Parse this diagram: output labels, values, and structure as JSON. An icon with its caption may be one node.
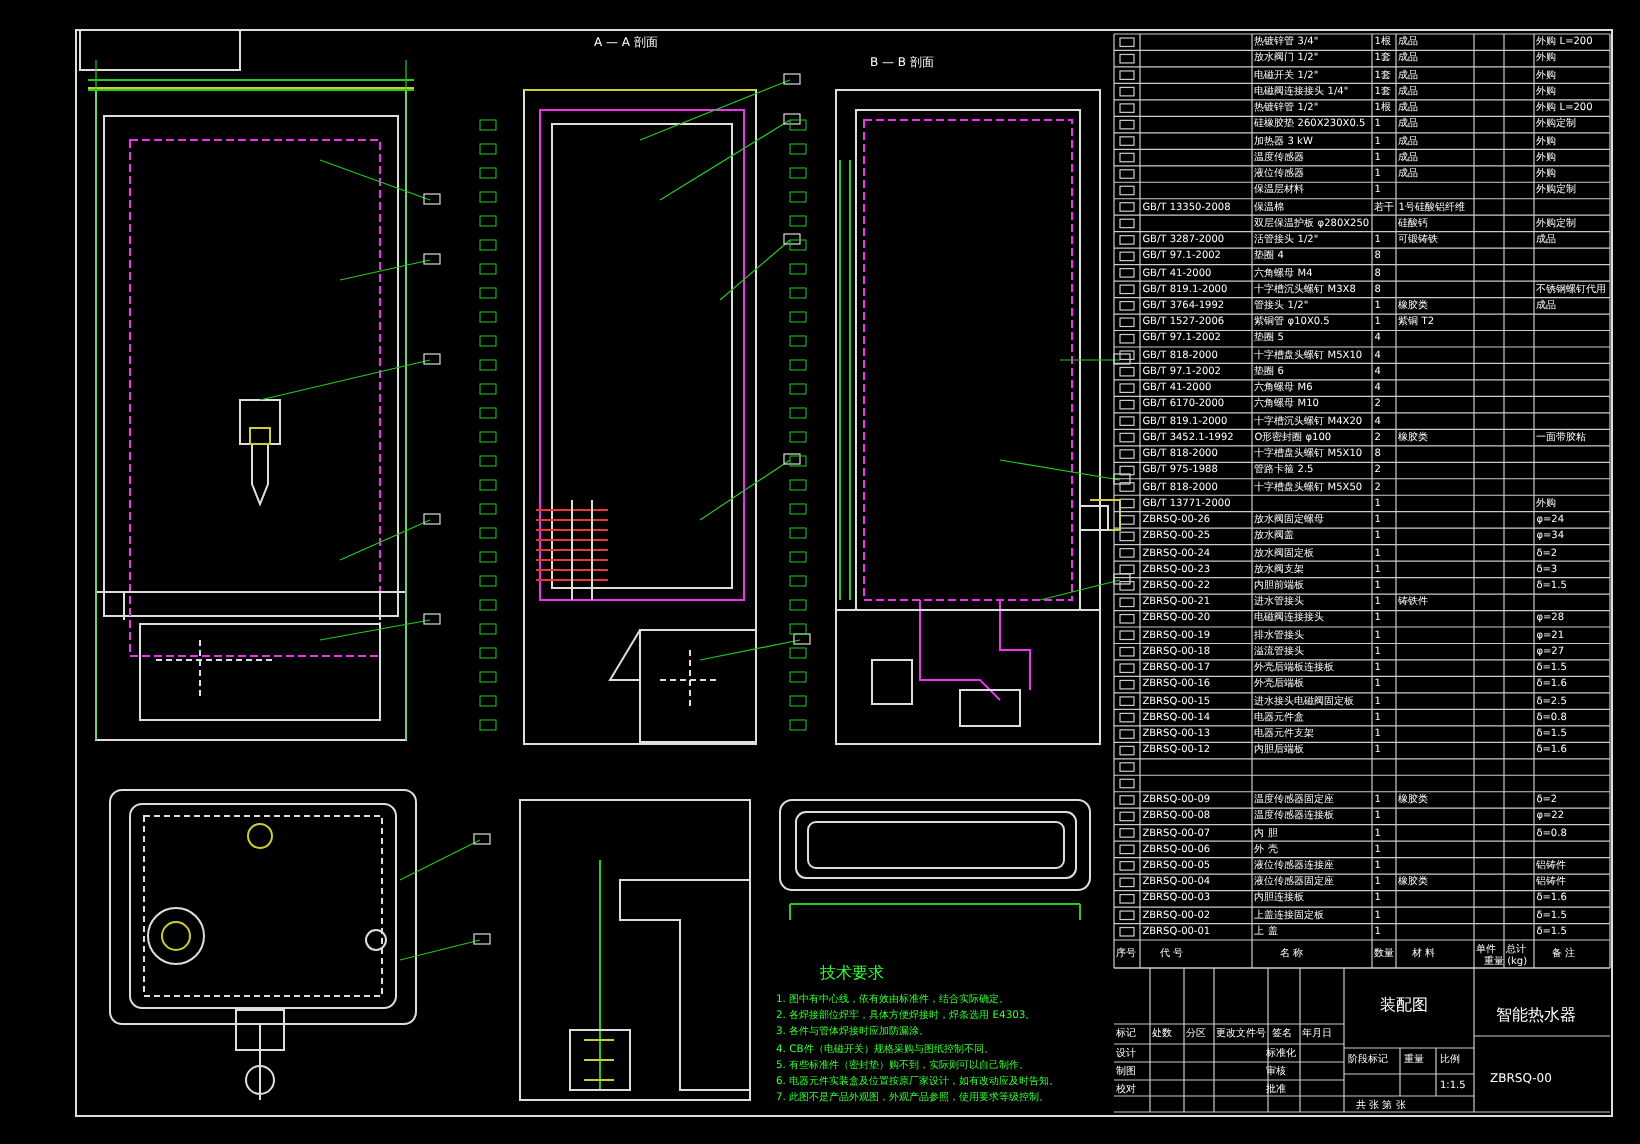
{
  "diagram": {
    "labels": [
      "A — A 剖面",
      "B — B 剖面",
      "热镀锌管   3/4\"",
      "1根",
      "成品",
      "外购 L=200",
      "放水阀门   1/2\"",
      "1套",
      "成品",
      "外购",
      "电磁开关   1/2\"",
      "1套",
      "成品",
      "外购",
      "电磁阀连接接头 1/4\"",
      "1套",
      "成品",
      "外购",
      "热镀锌管   1/2\"",
      "1根",
      "成品",
      "外购 L=200",
      "硅橡胶垫 260X230X0.5",
      "1",
      "成品",
      "外购定制",
      "加热器   3 kW",
      "1",
      "成品",
      "外购",
      "温度传感器",
      "1",
      "成品",
      "外购",
      "液位传感器",
      "1",
      "成品",
      "外购",
      "保温层材料",
      "1",
      "外购定制",
      "GB/T 13350-2008",
      "保温棉",
      "若干",
      "1号硅酸铝纤维",
      "双层保温护板 φ280X250",
      "硅酸钙",
      "外购定制",
      "GB/T 3287-2000",
      "活管接头   1/2\"",
      "1",
      "可锻铸铁",
      "成品",
      "GB/T 97.1-2002",
      "垫圈   4",
      "8",
      "GB/T 41-2000",
      "六角螺母   M4",
      "8",
      "GB/T 819.1-2000",
      "十字槽沉头螺钉   M3X8",
      "8",
      "不锈钢螺钉代用",
      "GB/T 3764-1992",
      "管接头   1/2\"",
      "1",
      "橡胶类",
      "成品",
      "GB/T 1527-2006",
      "紫铜管   φ10X0.5",
      "1",
      "紫铜 T2",
      "GB/T 97.1-2002",
      "垫圈   5",
      "4",
      "GB/T 818-2000",
      "十字槽盘头螺钉   M5X10",
      "4",
      "GB/T 97.1-2002",
      "垫圈   6",
      "4",
      "GB/T 41-2000",
      "六角螺母   M6",
      "4",
      "GB/T 6170-2000",
      "六角螺母   M10",
      "2",
      "GB/T 819.1-2000",
      "十字槽沉头螺钉   M4X20",
      "4",
      "GB/T 3452.1-1992",
      "O形密封圈   φ100",
      "2",
      "橡胶类",
      "一面带胶粘",
      "GB/T 818-2000",
      "十字槽盘头螺钉   M5X10",
      "8",
      "GB/T 975-1988",
      "管路卡箍   2.5",
      "2",
      "GB/T 818-2000",
      "十字槽盘头螺钉   M5X50",
      "2",
      "GB/T 13771-2000",
      "1",
      "外购",
      "ZBRSQ-00-26",
      "放水阀固定螺母",
      "1",
      "φ=24",
      "ZBRSQ-00-25",
      "放水阀盖",
      "1",
      "φ=34",
      "ZBRSQ-00-24",
      "放水阀固定板",
      "1",
      "δ=2",
      "ZBRSQ-00-23",
      "放水阀支架",
      "1",
      "δ=3",
      "ZBRSQ-00-22",
      "内胆前端板",
      "1",
      "δ=1.5",
      "ZBRSQ-00-21",
      "进水管接头",
      "1",
      "铸铁件",
      "ZBRSQ-00-20",
      "电磁阀连接接头",
      "1",
      "φ=28",
      "ZBRSQ-00-19",
      "排水管接头",
      "1",
      "φ=21",
      "ZBRSQ-00-18",
      "溢流管接头",
      "1",
      "φ=27",
      "ZBRSQ-00-17",
      "外壳后端板连接板",
      "1",
      "δ=1.5",
      "ZBRSQ-00-16",
      "外壳后端板",
      "1",
      "δ=1.6",
      "ZBRSQ-00-15",
      "进水接头电磁阀固定板",
      "1",
      "δ=2.5",
      "ZBRSQ-00-14",
      "电器元件盒",
      "1",
      "δ=0.8",
      "ZBRSQ-00-13",
      "电器元件支架",
      "1",
      "δ=1.5",
      "ZBRSQ-00-12",
      "内胆后端板",
      "1",
      "δ=1.6",
      "ZBRSQ-00-09",
      "温度传感器固定座",
      "1",
      "橡胶类",
      "δ=2",
      "ZBRSQ-00-08",
      "温度传感器连接板",
      "1",
      "φ=22",
      "ZBRSQ-00-07",
      "内   胆",
      "1",
      "δ=0.8",
      "ZBRSQ-00-06",
      "外   壳",
      "1",
      "ZBRSQ-00-05",
      "液位传感器连接座",
      "1",
      "铝铸件",
      "ZBRSQ-00-04",
      "液位传感器固定座",
      "1",
      "橡胶类",
      "铝铸件",
      "ZBRSQ-00-03",
      "内胆连接板",
      "1",
      "δ=1.6",
      "ZBRSQ-00-02",
      "上盖连接固定板",
      "1",
      "δ=1.5",
      "ZBRSQ-00-01",
      "上   盖",
      "1",
      "δ=1.5",
      "序号",
      "代   号",
      "名   称",
      "数量",
      "材   料",
      "单件",
      "总计",
      "重量 (kg)",
      "备   注",
      "标记",
      "处数",
      "分区",
      "更改文件号",
      "签名",
      "年月日",
      "设计",
      "标准化",
      "制图",
      "审核",
      "校对",
      "批准",
      "装配图",
      "阶段标记",
      "重量",
      "比例",
      "1:1.5",
      "共   张   第   张",
      "智能热水器",
      "ZBRSQ-00",
      "技术要求",
      "1. 图中有中心线，依有效由标准件，结合实际确定。",
      "2. 各焊接部位焊牢，具体方便焊接时，焊条选用 E4303。",
      "3. 各件与管体焊接时应加防漏涂。",
      "4. CB件（电磁开关）规格采购与图纸控制不同。",
      "5. 有些标准件（密封垫）购不到，实际则可以自己制作。",
      "6. 电器元件实装盒及位置按原厂家设计，如有改动应及时告知。",
      "7. 此图不是产品外观图，外观产品参照，使用要求等级控制。"
    ]
  }
}
